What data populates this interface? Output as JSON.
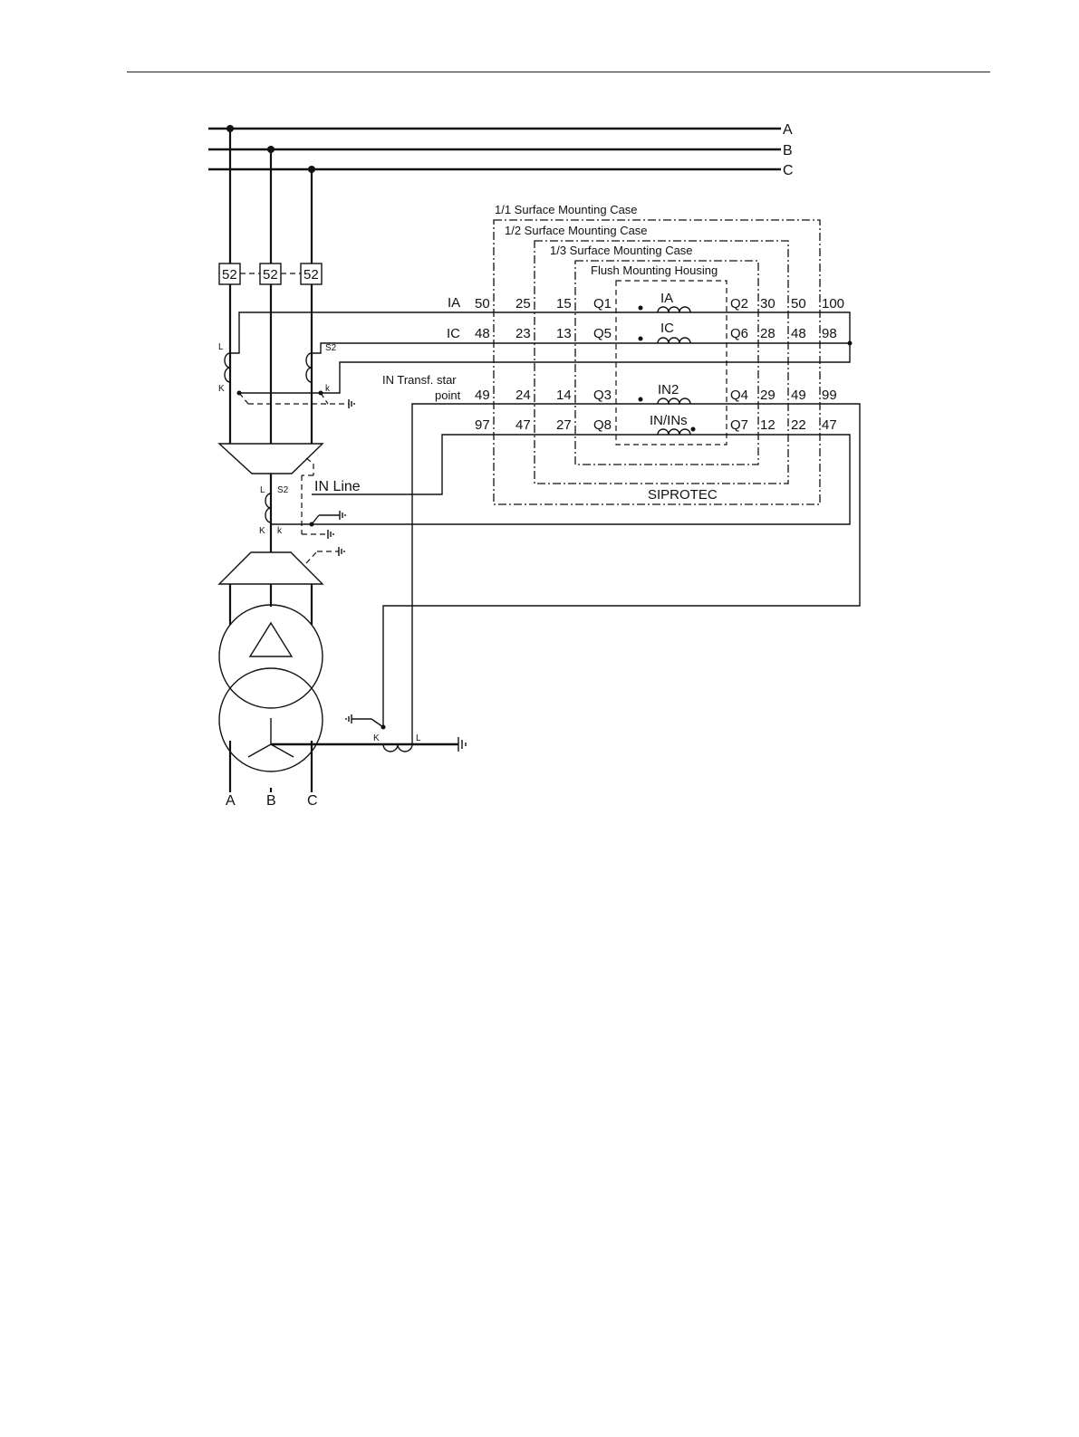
{
  "bus_labels": [
    "A",
    "B",
    "C"
  ],
  "transformer_terminal_labels": [
    "A",
    "B",
    "C"
  ],
  "breaker_label": "52",
  "case_labels": {
    "surface_1_1": "1/1 Surface Mounting Case",
    "surface_1_2": "1/2 Surface Mounting Case",
    "surface_1_3": "1/3 Surface Mounting Case",
    "flush": "Flush Mounting Housing",
    "device": "SIPROTEC"
  },
  "signal_labels": {
    "ia": "IA",
    "ic": "IC",
    "in_transf_1": "IN Transf. star",
    "in_transf_2": "point",
    "in_line": "IN Line"
  },
  "coil_labels": [
    "IA",
    "IC",
    "IN2",
    "IN/INs"
  ],
  "left_terminals": [
    [
      "50",
      "25",
      "15",
      "Q1"
    ],
    [
      "48",
      "23",
      "13",
      "Q5"
    ],
    [
      "49",
      "24",
      "14",
      "Q3"
    ],
    [
      "97",
      "47",
      "27",
      "Q8"
    ]
  ],
  "right_terminals": [
    [
      "Q2",
      "30",
      "50",
      "100"
    ],
    [
      "Q6",
      "28",
      "48",
      "98"
    ],
    [
      "Q4",
      "29",
      "49",
      "99"
    ],
    [
      "Q7",
      "12",
      "22",
      "47"
    ]
  ],
  "ct_markings": {
    "phase_L": "L",
    "phase_K": "K",
    "phase_S2": "S2",
    "phase_k": "k",
    "line_L": "L",
    "line_S2": "S2",
    "line_K": "K",
    "line_k": "k",
    "neutral_K": "K",
    "neutral_L": "L"
  }
}
